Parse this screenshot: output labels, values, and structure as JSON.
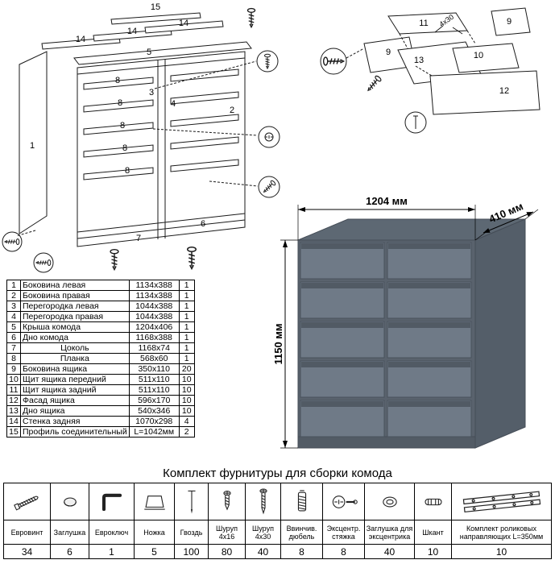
{
  "parts_table": {
    "rows": [
      {
        "num": "1",
        "name": "Боковина левая",
        "size": "1134x388",
        "qty": "1"
      },
      {
        "num": "2",
        "name": "Боковина правая",
        "size": "1134x388",
        "qty": "1"
      },
      {
        "num": "3",
        "name": "Перегородка левая",
        "size": "1044x388",
        "qty": "1"
      },
      {
        "num": "4",
        "name": "Перегородка правая",
        "size": "1044x388",
        "qty": "1"
      },
      {
        "num": "5",
        "name": "Крыша комода",
        "size": "1204x406",
        "qty": "1"
      },
      {
        "num": "6",
        "name": "Дно комода",
        "size": "1168x388",
        "qty": "1"
      },
      {
        "num": "7",
        "name": "Цоколь",
        "size": "1168x74",
        "qty": "1"
      },
      {
        "num": "8",
        "name": "Планка",
        "size": "568x60",
        "qty": "1"
      },
      {
        "num": "9",
        "name": "Боковина ящика",
        "size": "350x110",
        "qty": "20"
      },
      {
        "num": "10",
        "name": "Щит ящика передний",
        "size": "511x110",
        "qty": "10"
      },
      {
        "num": "11",
        "name": "Щит ящика задний",
        "size": "511x110",
        "qty": "10"
      },
      {
        "num": "12",
        "name": "Фасад ящика",
        "size": "596x170",
        "qty": "10"
      },
      {
        "num": "13",
        "name": "Дно ящика",
        "size": "540x346",
        "qty": "10"
      },
      {
        "num": "14",
        "name": "Стенка задняя",
        "size": "1070x298",
        "qty": "4"
      },
      {
        "num": "15",
        "name": "Профиль соединительный",
        "size": "L=1042мм",
        "qty": "2"
      }
    ]
  },
  "render": {
    "width_label": "1204 мм",
    "depth_label": "410 мм",
    "height_label": "1150 мм",
    "body_color": "#59626d",
    "top_color": "#5d6873",
    "side_color": "#545e69",
    "drawer_color": "#6f7a87",
    "groove_color": "#515a64"
  },
  "exploded": {
    "chest_labels": {
      "n1": "1",
      "n2": "2",
      "n3": "3",
      "n4": "4",
      "n5": "5",
      "n6": "6",
      "n7": "7",
      "n8": "8",
      "n14": "14",
      "n15": "15"
    },
    "drawer_labels": {
      "n9": "9",
      "n10": "10",
      "n11": "11",
      "n12": "12",
      "n13": "13",
      "note": "4x30"
    }
  },
  "hardware": {
    "title": "Комплект фурнитуры для сборки комода",
    "items": [
      {
        "name": "Евровинт",
        "qty": "34",
        "icon": "confirmat-screw"
      },
      {
        "name": "Заглушка",
        "qty": "6",
        "icon": "cover-cap"
      },
      {
        "name": "Евроключ",
        "qty": "1",
        "icon": "hex-key"
      },
      {
        "name": "Ножка",
        "qty": "5",
        "icon": "furniture-foot"
      },
      {
        "name": "Гвоздь",
        "qty": "100",
        "icon": "nail"
      },
      {
        "name": "Шуруп 4x16",
        "qty": "80",
        "icon": "screw"
      },
      {
        "name": "Шуруп 4x30",
        "qty": "40",
        "icon": "screw-long"
      },
      {
        "name": "Ввинчив. дюбель",
        "qty": "8",
        "icon": "threaded-dowel"
      },
      {
        "name": "Эксцентр. стяжка",
        "qty": "8",
        "icon": "cam-lock"
      },
      {
        "name": "Заглушка для эксцентрика",
        "qty": "40",
        "icon": "cam-cover-cap"
      },
      {
        "name": "Шкант",
        "qty": "10",
        "icon": "wood-dowel"
      },
      {
        "name": "Комплект роликовых направляющих L=350мм",
        "qty": "10",
        "icon": "roller-guides"
      }
    ]
  }
}
